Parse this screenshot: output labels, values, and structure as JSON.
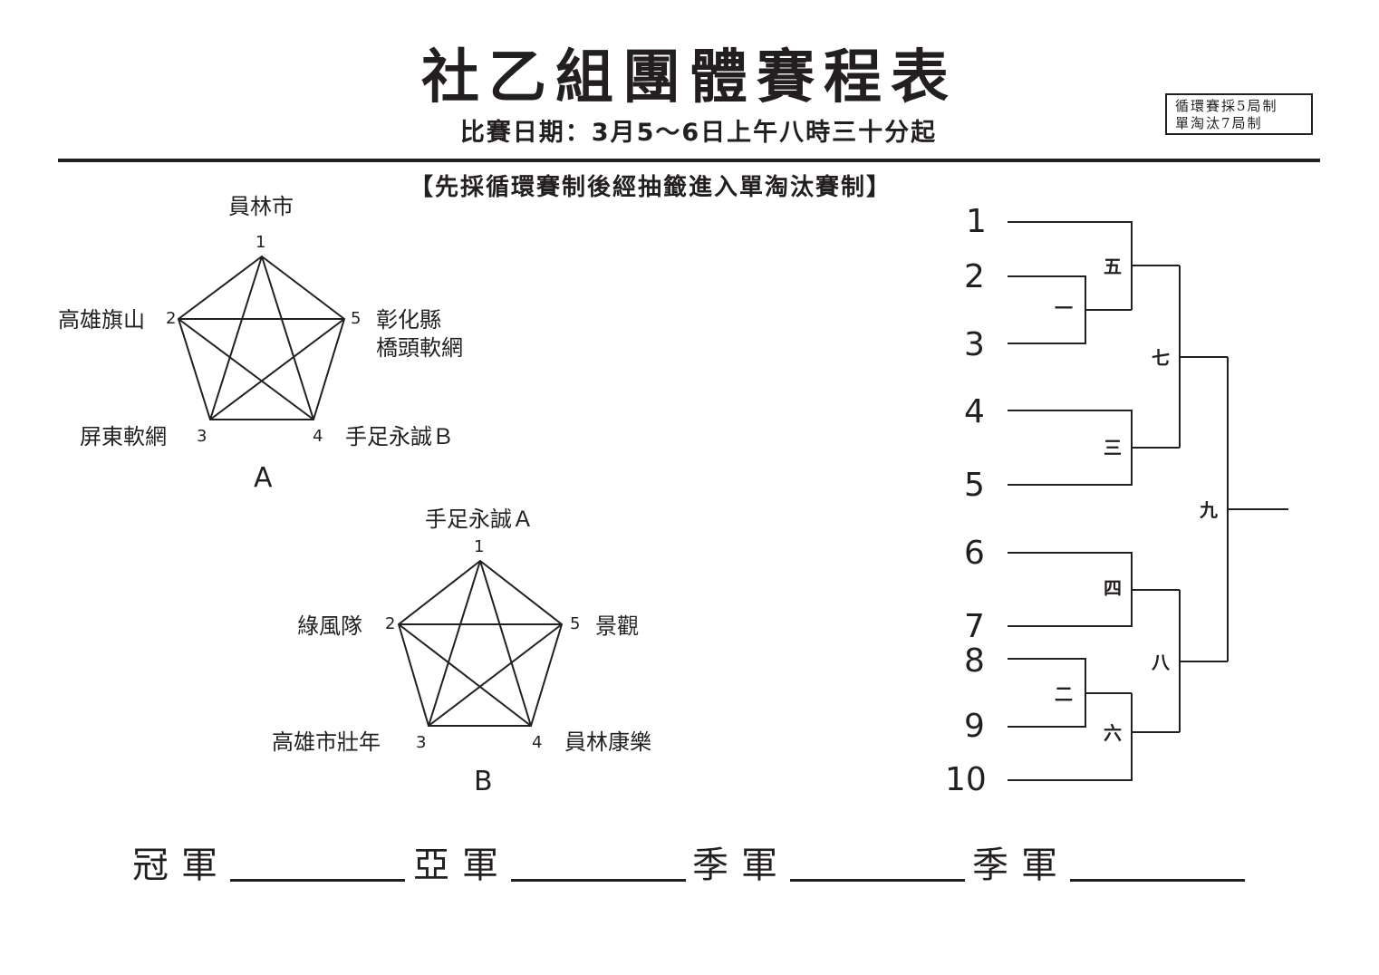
{
  "title": "社乙組團體賽程表",
  "subtitle": "比賽日期：3月5～6日上午八時三十分起",
  "rules": [
    "循環賽採5局制",
    "單淘汰7局制"
  ],
  "format_note": "【先採循環賽制後經抽籤進入單淘汰賽制】",
  "groups": [
    {
      "letter": "A",
      "teams": [
        {
          "seed": "1",
          "name": "員林市"
        },
        {
          "seed": "2",
          "name": "高雄旗山"
        },
        {
          "seed": "3",
          "name": "屏東軟網"
        },
        {
          "seed": "4",
          "name": "手足永誠Ｂ"
        },
        {
          "seed": "5",
          "name": "彰化縣",
          "name2": "橋頭軟網"
        }
      ]
    },
    {
      "letter": "B",
      "teams": [
        {
          "seed": "1",
          "name": "手足永誠Ａ"
        },
        {
          "seed": "2",
          "name": "綠風隊"
        },
        {
          "seed": "3",
          "name": "高雄市壯年"
        },
        {
          "seed": "4",
          "name": "員林康樂"
        },
        {
          "seed": "5",
          "name": "景觀"
        }
      ]
    }
  ],
  "bracket": {
    "slots": [
      "1",
      "2",
      "3",
      "4",
      "5",
      "6",
      "7",
      "8",
      "9",
      "10"
    ],
    "matches": [
      "一",
      "二",
      "三",
      "四",
      "五",
      "六",
      "七",
      "八",
      "九"
    ]
  },
  "results": [
    "冠軍",
    "亞軍",
    "季軍",
    "季軍"
  ],
  "colors": {
    "ink": "#231f20",
    "background": "#ffffff"
  }
}
